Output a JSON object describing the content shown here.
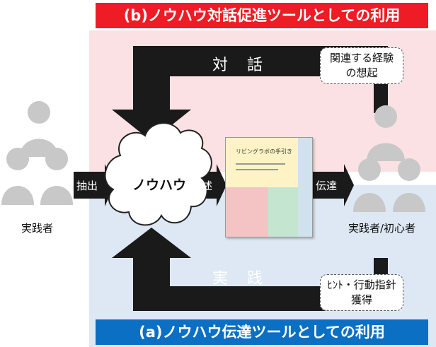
{
  "banners": {
    "top": "(b)ノウハウ対話促進ツールとしての利用",
    "bottom": "(a)ノウハウ伝達ツールとしての利用"
  },
  "arrows": {
    "dialogue": "対 話",
    "practice": "実 践",
    "extract": "抽出",
    "describe": "記述",
    "transmit": "伝達"
  },
  "cloud": {
    "label": "ノウハウ"
  },
  "notes": {
    "recall": [
      "関連する経験",
      "の想起"
    ],
    "hints": [
      "ﾋﾝﾄ・行動指針",
      "獲得"
    ]
  },
  "people": {
    "left_label": "実践者",
    "right_label": "実践者/初心者"
  },
  "book": {
    "title": "リビングラボの手引き"
  },
  "colors": {
    "banner_top": "#ee1c25",
    "banner_bottom": "#0b6fc4",
    "band_top": "#fbe1e3",
    "band_bottom": "#dde8f4",
    "arrow": "#1a1a1a",
    "person": "#c8c8c8"
  }
}
